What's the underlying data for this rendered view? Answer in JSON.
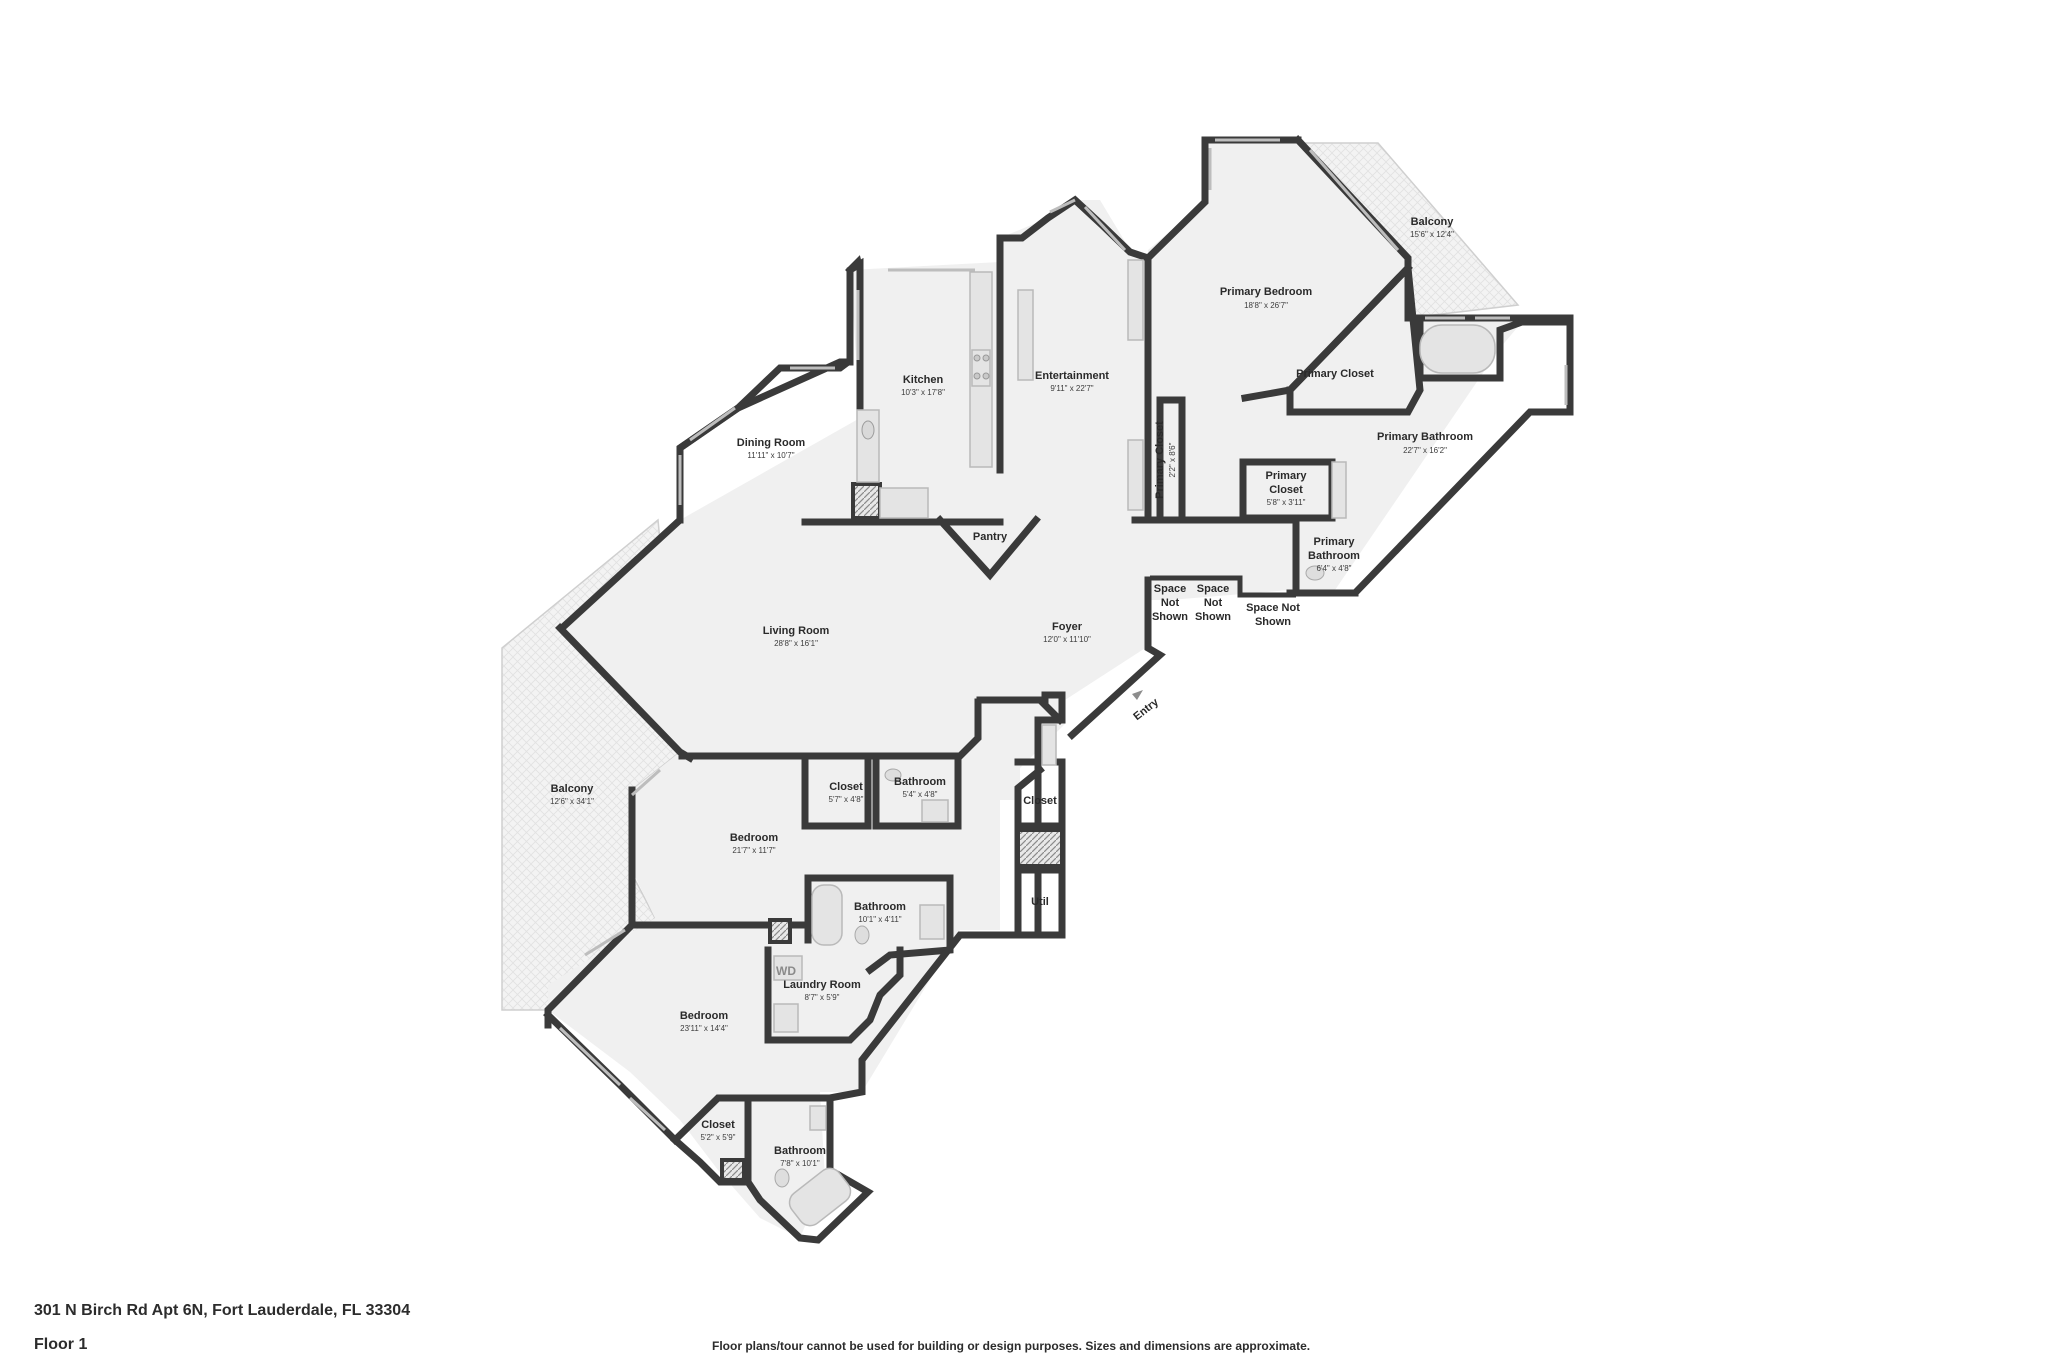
{
  "rooms": {
    "primary_bedroom": {
      "name": "Primary Bedroom",
      "dim": "18'8\" x 26'7\""
    },
    "balcony_ne": {
      "name": "Balcony",
      "dim": "15'6\" x 12'4\""
    },
    "primary_closet_a": {
      "name": "Primary Closet"
    },
    "primary_bathroom_main": {
      "name": "Primary Bathroom",
      "dim": "22'7\" x 16'2\""
    },
    "primary_closet_b": {
      "name_line1": "Primary",
      "name_line2": "Closet",
      "dim": "5'8\" x 3'11\""
    },
    "primary_bathroom_small": {
      "name_line1": "Primary",
      "name_line2": "Bathroom",
      "dim": "6'4\" x 4'8\""
    },
    "primary_closet_narrow": {
      "name": "Primary Closet",
      "dim": "2'2\" x 8'6\""
    },
    "entertainment": {
      "name": "Entertainment",
      "dim": "9'11\" x 22'7\""
    },
    "kitchen": {
      "name": "Kitchen",
      "dim": "10'3\" x 17'8\""
    },
    "dining_room": {
      "name": "Dining Room",
      "dim": "11'11\" x 10'7\""
    },
    "pantry": {
      "name": "Pantry"
    },
    "living_room": {
      "name": "Living Room",
      "dim": "28'8\" x 16'1\""
    },
    "foyer": {
      "name": "Foyer",
      "dim": "12'0\" x 11'10\""
    },
    "entry": {
      "name": "Entry"
    },
    "space_not_shown_1": {
      "line1": "Space",
      "line2": "Not",
      "line3": "Shown"
    },
    "space_not_shown_2": {
      "line1": "Space",
      "line2": "Not",
      "line3": "Shown"
    },
    "space_not_shown_3": {
      "line1": "Space Not",
      "line2": "Shown"
    },
    "balcony_w": {
      "name": "Balcony",
      "dim": "12'6\" x 34'1\""
    },
    "closet_1": {
      "name": "Closet",
      "dim": "5'7\" x 4'8\""
    },
    "bathroom_1": {
      "name": "Bathroom",
      "dim": "5'4\" x 4'8\""
    },
    "closet_2": {
      "name": "Closet"
    },
    "bedroom_1": {
      "name": "Bedroom",
      "dim": "21'7\" x 11'7\""
    },
    "bathroom_2": {
      "name": "Bathroom",
      "dim": "10'1\" x 4'11\""
    },
    "util": {
      "name": "Util"
    },
    "laundry_room": {
      "name": "Laundry Room",
      "dim": "8'7\" x 5'9\"",
      "appliance": "WD"
    },
    "bedroom_2": {
      "name": "Bedroom",
      "dim": "23'11\" x 14'4\""
    },
    "closet_3": {
      "name": "Closet",
      "dim": "5'2\" x 5'9\""
    },
    "bathroom_3": {
      "name": "Bathroom",
      "dim": "7'8\" x 10'1\""
    }
  },
  "footer": {
    "address": "301 N Birch Rd Apt 6N, Fort Lauderdale, FL 33304",
    "floor": "Floor 1",
    "disclaimer": "Floor plans/tour cannot be used for building or design purposes. Sizes and dimensions are approximate."
  }
}
